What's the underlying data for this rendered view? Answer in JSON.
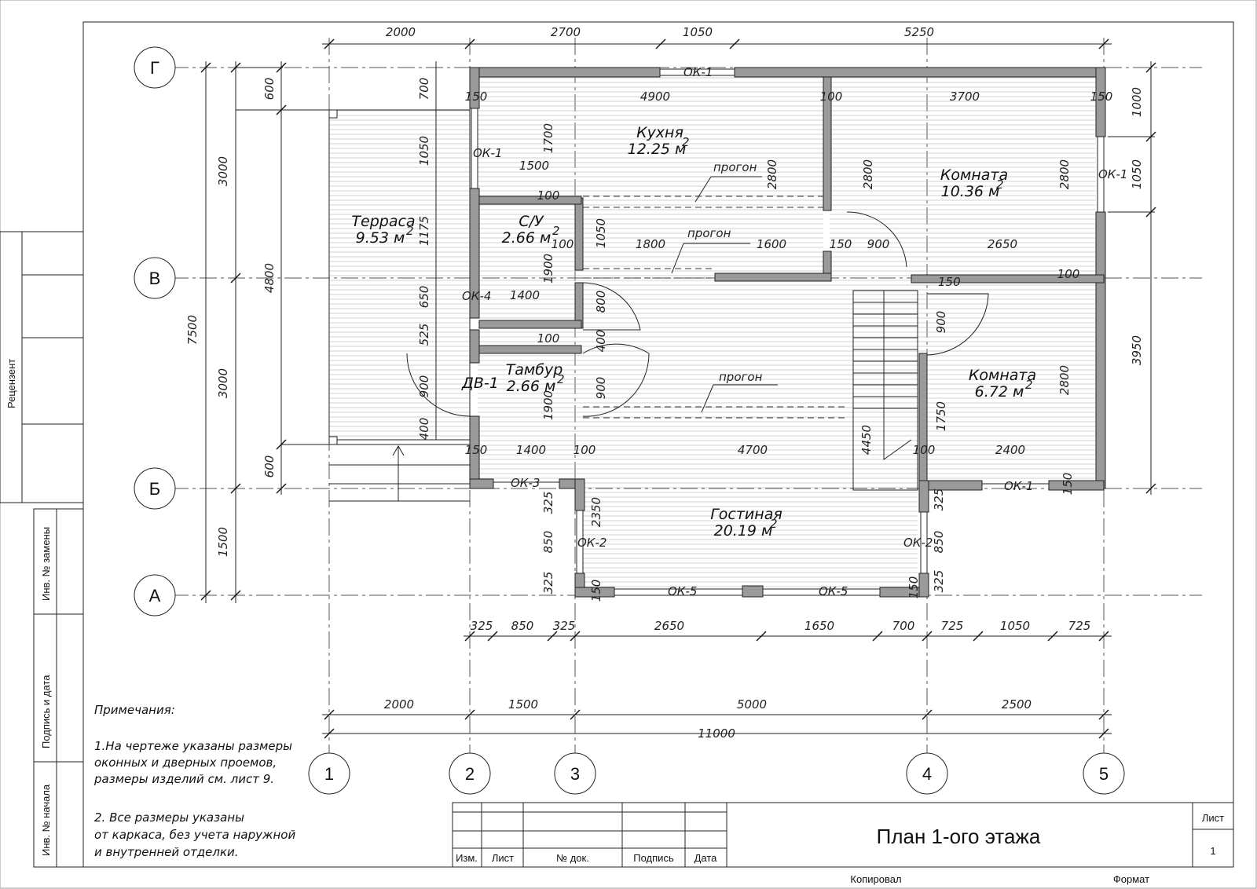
{
  "sheet": {
    "title": "План 1-ого этажа",
    "sheet_label": "Лист",
    "sheet_number": "1",
    "footer_copied": "Копировал",
    "footer_format": "Формат",
    "columns": [
      "Изм.",
      "Лист",
      "№ док.",
      "Подпись",
      "Дата"
    ]
  },
  "side_stamps": {
    "reviewer": "Рецензент",
    "inv_replace": "Инв. № замены",
    "signature_date": "Подпись и дата",
    "inv_original": "Инв. № начала"
  },
  "axes": {
    "rows": [
      "Г",
      "В",
      "Б",
      "А"
    ],
    "columns": [
      "1",
      "2",
      "3",
      "4",
      "5"
    ]
  },
  "rooms": {
    "kitchen": {
      "name": "Кухня",
      "area": "12.25 м"
    },
    "room1": {
      "name": "Комната",
      "area": "10.36 м"
    },
    "terrace": {
      "name": "Терраса",
      "area": "9.53 м"
    },
    "bath": {
      "name": "С/У",
      "area": "2.66 м"
    },
    "vestibule": {
      "name": "Тамбур",
      "area": "2.66 м"
    },
    "room2": {
      "name": "Комната",
      "area": "6.72 м"
    },
    "living": {
      "name": "Гостиная",
      "area": "20.19 м"
    },
    "sq": "2"
  },
  "labels": {
    "beam": "прогон",
    "door": "ДВ-1",
    "ok1": "ОК-1",
    "ok2": "ОК-2",
    "ok3": "ОК-3",
    "ok4": "ОК-4",
    "ok5": "ОК-5"
  },
  "dims": {
    "top": [
      "2000",
      "2700",
      "1050",
      "5250"
    ],
    "interior_top": [
      "150",
      "4900",
      "100",
      "3700",
      "150"
    ],
    "right": [
      "1000",
      "1050",
      "3950"
    ],
    "left_outer": [
      "7500"
    ],
    "left_mid": [
      "3000",
      "4800",
      "3000",
      "1500"
    ],
    "left_inner": [
      "600",
      "600"
    ],
    "left_open": [
      "700",
      "1050",
      "1175",
      "650",
      "525",
      "900",
      "400"
    ],
    "mid": [
      "1700",
      "1500",
      "100",
      "1050",
      "100",
      "1900",
      "1800",
      "1600",
      "150",
      "900",
      "2650",
      "2800",
      "2800",
      "2800",
      "100",
      "150",
      "1400",
      "800",
      "100",
      "400",
      "900",
      "1900",
      "900",
      "4700",
      "1750",
      "4450",
      "100",
      "2400",
      "2800",
      "150",
      "1400",
      "100",
      "150",
      "150",
      "325",
      "2350",
      "850",
      "325",
      "150",
      "325",
      "850",
      "325"
    ],
    "bottom_row1": [
      "325",
      "850",
      "325",
      "2650",
      "1650",
      "700",
      "725",
      "1050",
      "725"
    ],
    "bottom_row2": [
      "2000",
      "1500",
      "5000",
      "2500"
    ],
    "total": "11000"
  },
  "notes": {
    "title": "Примечания:",
    "n1a": "1.На чертеже указаны размеры",
    "n1b": " оконных и дверных проемов,",
    "n1c": "размеры изделий см. лист 9.",
    "n2a": "2. Все размеры указаны",
    "n2b": "от каркаса, без учета наружной",
    "n2c": "и внутренней отделки."
  }
}
